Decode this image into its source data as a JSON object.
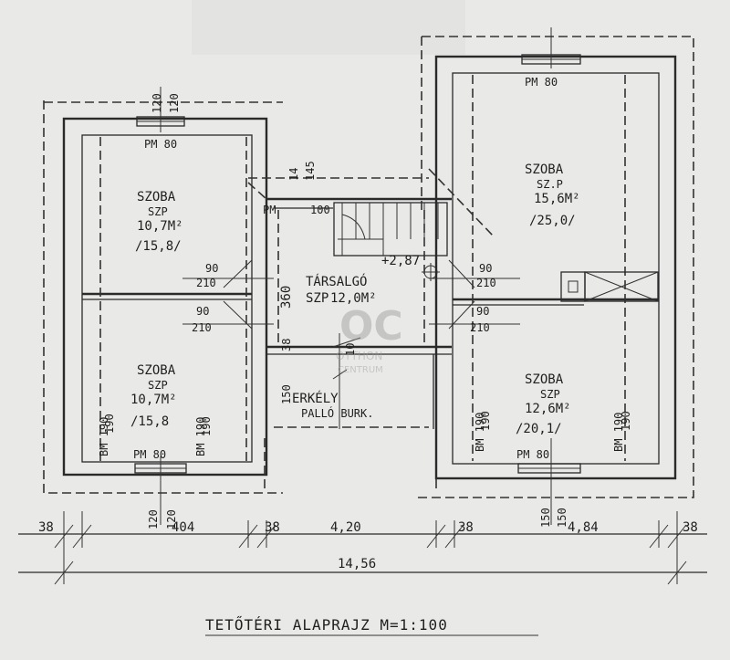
{
  "rooms": {
    "room_top_left": {
      "name": "SZOBA",
      "floor": "SZP",
      "area": "10,7M²",
      "volume": "/15,8/"
    },
    "room_bottom_left": {
      "name": "SZOBA",
      "floor": "SZP",
      "area": "10,7M²",
      "volume": "/15,8"
    },
    "room_top_right": {
      "name": "SZOBA",
      "floor": "SZ.P",
      "area": "15,6M²",
      "volume": "/25,0/"
    },
    "room_bottom_right": {
      "name": "SZOBA",
      "floor": "SZP",
      "area": "12,6M²",
      "volume": "/20,1/"
    },
    "hall": {
      "name": "TÁRSALGÓ",
      "floor": "SZP",
      "area": "12,0M²"
    },
    "balcony": {
      "name": "ERKÉLY",
      "floor": "PALLÓ BURK."
    }
  },
  "level": "+2,87",
  "windows": {
    "pm": "PM 80"
  },
  "door_dims": {
    "width": "90",
    "height": "210"
  },
  "dims": {
    "d120": "120",
    "d190": "190",
    "d150": "150",
    "d360": "360",
    "d38": "38",
    "d100": "100",
    "d10": "10",
    "bm190": "BM 190",
    "pm": "PM",
    "d145": "145",
    "d14": "14",
    "seg1": "404",
    "seg2": "4,20",
    "seg3": "4,84",
    "total": "14,56"
  },
  "watermark": {
    "logo": "OC",
    "line1": "OTTHON",
    "line2": "CENTRUM"
  },
  "title": "TETŐTÉRI ALAPRAJZ M=1:100"
}
